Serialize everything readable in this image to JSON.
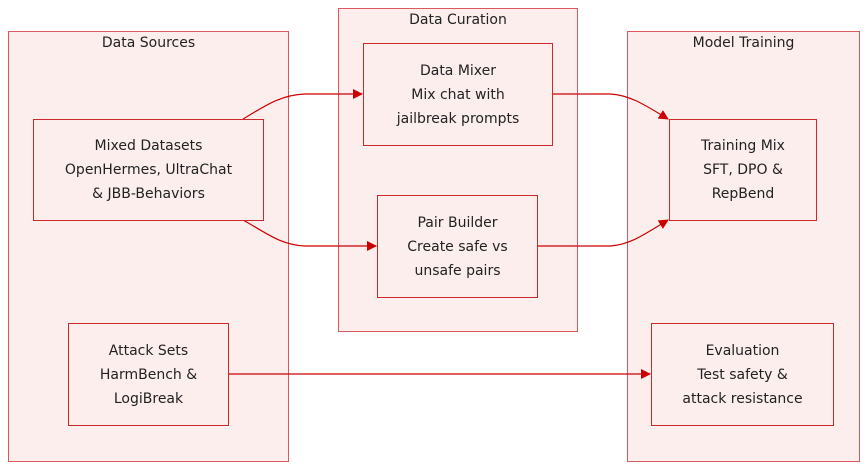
{
  "diagram": {
    "colors": {
      "group_fill": "#fdeeee",
      "group_border": "#d9595f",
      "node_fill": "#fdeeee",
      "node_border": "#cc2a2a",
      "edge": "#cc0000"
    },
    "groups": [
      {
        "id": "sources",
        "title": "Data Sources"
      },
      {
        "id": "curation",
        "title": "Data Curation"
      },
      {
        "id": "training",
        "title": "Model Training"
      }
    ],
    "nodes": [
      {
        "id": "mixed",
        "group": "sources",
        "lines": [
          "Mixed Datasets",
          "OpenHermes, UltraChat",
          "& JBB-Behaviors"
        ]
      },
      {
        "id": "attack",
        "group": "sources",
        "lines": [
          "Attack Sets",
          "HarmBench &",
          "LogiBreak"
        ]
      },
      {
        "id": "mixer",
        "group": "curation",
        "lines": [
          "Data Mixer",
          "Mix chat with",
          "jailbreak prompts"
        ]
      },
      {
        "id": "pair",
        "group": "curation",
        "lines": [
          "Pair Builder",
          "Create safe vs",
          "unsafe pairs"
        ]
      },
      {
        "id": "trainmix",
        "group": "training",
        "lines": [
          "Training Mix",
          "SFT, DPO &",
          "RepBend"
        ]
      },
      {
        "id": "eval",
        "group": "training",
        "lines": [
          "Evaluation",
          "Test safety &",
          "attack resistance"
        ]
      }
    ],
    "edges": [
      {
        "from": "mixed",
        "to": "mixer"
      },
      {
        "from": "mixed",
        "to": "pair"
      },
      {
        "from": "mixer",
        "to": "trainmix"
      },
      {
        "from": "pair",
        "to": "trainmix"
      },
      {
        "from": "attack",
        "to": "eval"
      }
    ]
  }
}
